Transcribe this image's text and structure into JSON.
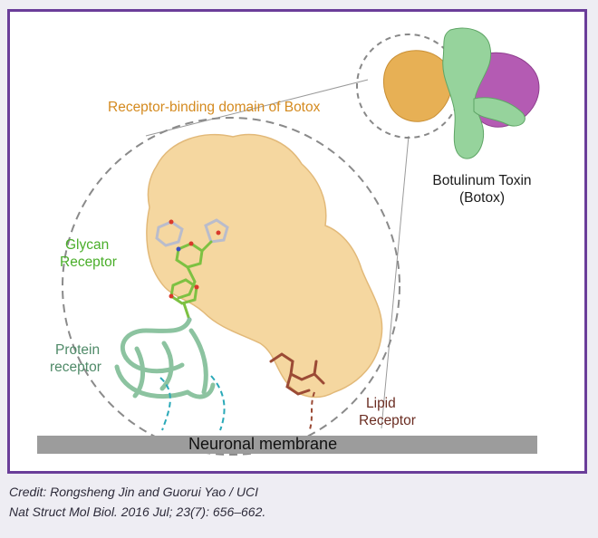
{
  "labels": {
    "domain_title": "Receptor-binding domain of Botox",
    "toxin_line1": "Botulinum Toxin",
    "toxin_line2": "(Botox)",
    "glycan_line1": "Glycan",
    "glycan_line2": "Receptor",
    "protein_line1": "Protein",
    "protein_line2": "receptor",
    "lipid_line1": "Lipid",
    "lipid_line2": "Receptor",
    "membrane": "Neuronal membrane"
  },
  "credit": {
    "line1": "Credit: Rongsheng Jin and Guorui Yao / UCI",
    "line2": "Nat Struct Mol Biol. 2016 Jul; 23(7): 656–662."
  },
  "colors": {
    "frame": "#6a3d99",
    "binding_domain": "#f5d7a0",
    "toxin_orange": "#e7b055",
    "toxin_green": "#96d39c",
    "toxin_magenta": "#b45bb3",
    "glycan": "#7dc142",
    "protein_receptor": "#9fcfae",
    "lipid": "#9b4a35",
    "membrane": "#9c9c9c"
  }
}
